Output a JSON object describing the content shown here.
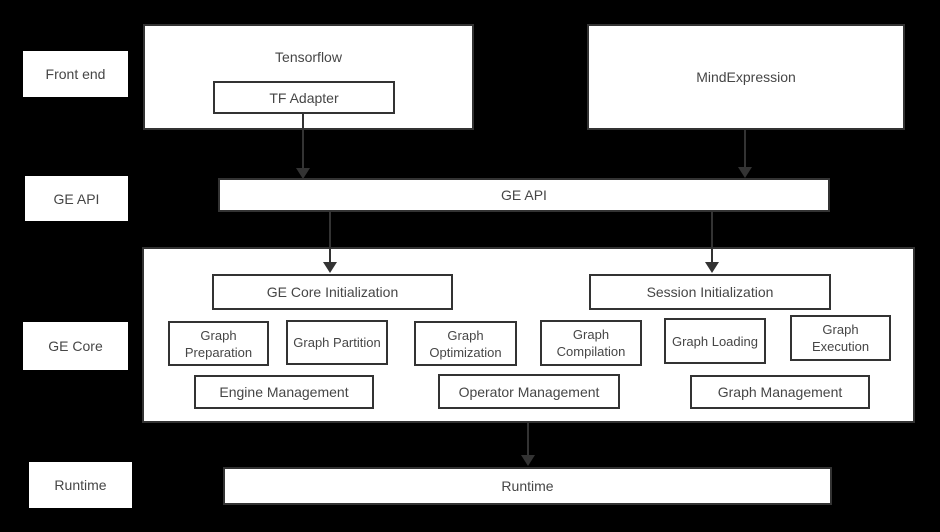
{
  "colors": {
    "background": "#000000",
    "box_fill": "#ffffff",
    "box_border": "#333333",
    "text": "#464646",
    "arrow": "#333333"
  },
  "side_labels": {
    "front_end": "Front end",
    "ge_api": "GE API",
    "ge_core": "GE Core",
    "runtime": "Runtime"
  },
  "front_end": {
    "tensorflow_title": "Tensorflow",
    "tf_adapter": "TF Adapter",
    "mind_expression": "MindExpression"
  },
  "ge_api_bar": "GE API",
  "ge_core": {
    "core_init": "GE Core Initialization",
    "session_init": "Session Initialization",
    "modules": [
      "Graph Preparation",
      "Graph Partition",
      "Graph Optimization",
      "Graph Compilation",
      "Graph Loading",
      "Graph Execution"
    ],
    "management": [
      "Engine Management",
      "Operator Management",
      "Graph Management"
    ]
  },
  "runtime_bar": "Runtime"
}
